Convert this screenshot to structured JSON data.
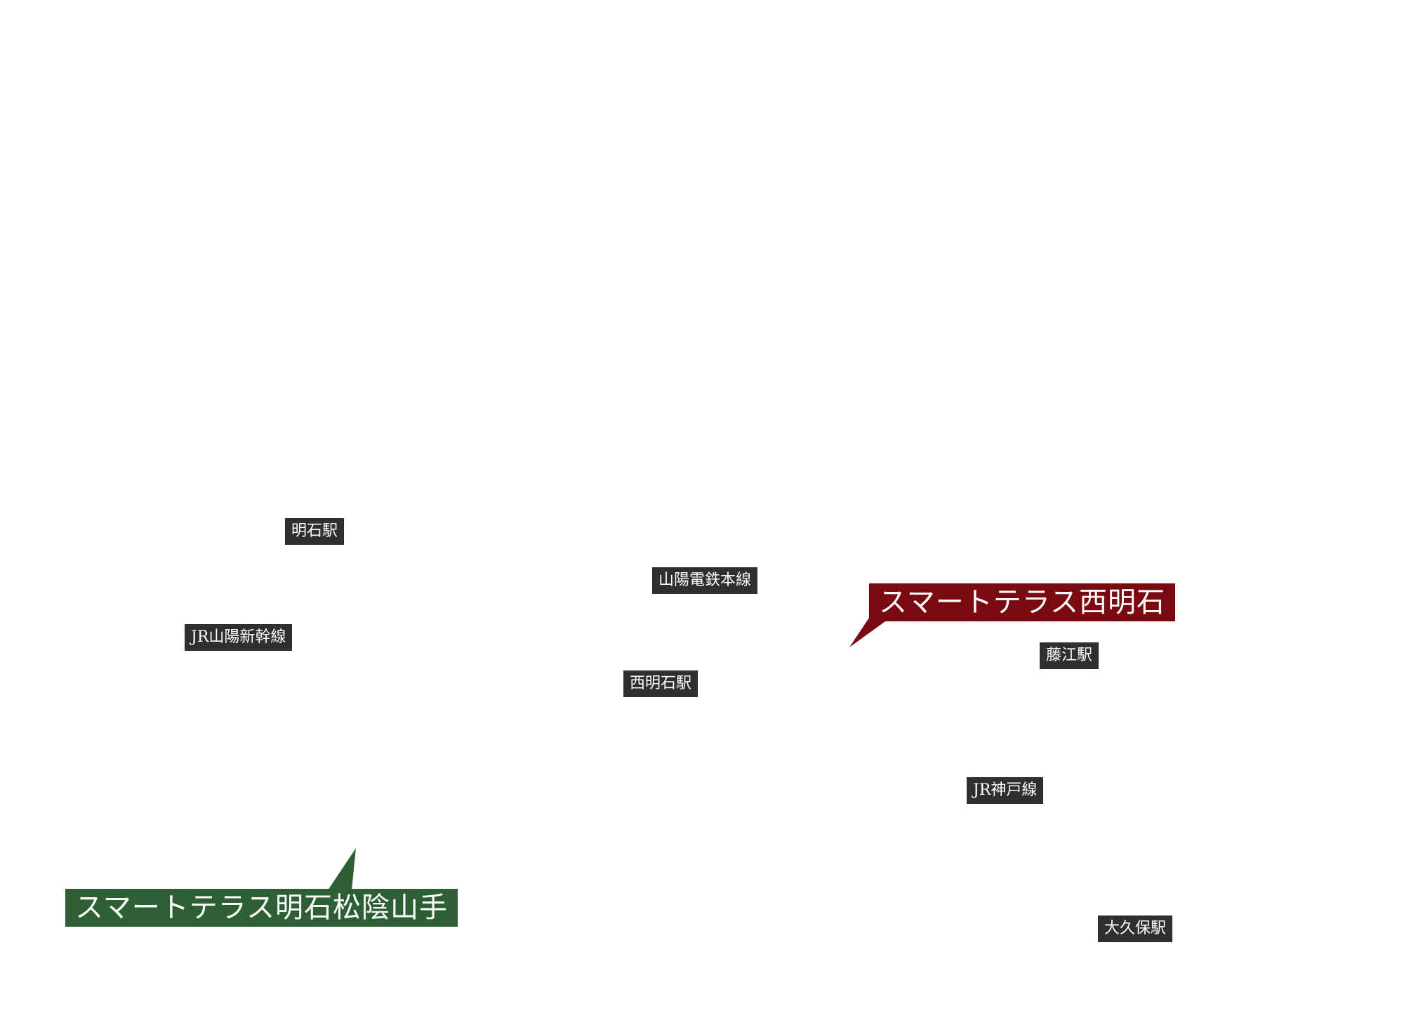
{
  "map": {
    "stations": {
      "akashi": "明石駅",
      "nishi_akashi": "西明石駅",
      "fujie": "藤江駅",
      "okubo": "大久保駅"
    },
    "lines": {
      "sanyo_railway": "山陽電鉄本線",
      "jr_sanyo_shinkansen": "JR山陽新幹線",
      "jr_kobe": "JR神戸線"
    },
    "properties": {
      "nishi_akashi": {
        "name": "スマートテラス西明石",
        "color": "#7a0a10"
      },
      "akashi_shoin_yamate": {
        "name": "スマートテラス明石松陰山手",
        "color": "#2e5e33"
      }
    },
    "label_color": "#2f2f2f"
  }
}
